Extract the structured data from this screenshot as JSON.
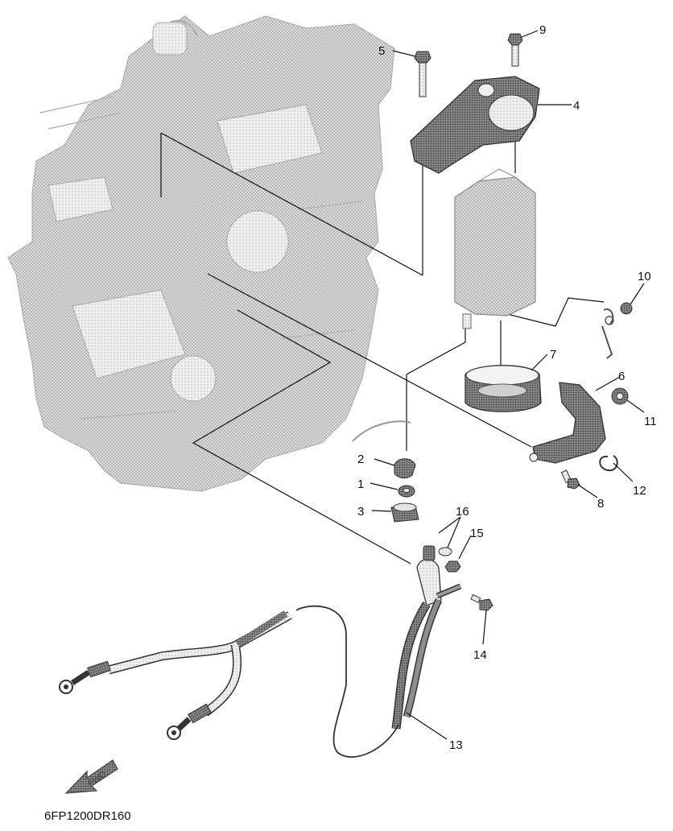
{
  "diagram": {
    "drawing_code": "6FP1200DR160",
    "forward_arrow_label": "FWD",
    "callouts": [
      "1",
      "2",
      "3",
      "4",
      "5",
      "6",
      "7",
      "8",
      "9",
      "10",
      "11",
      "12",
      "13",
      "14",
      "15",
      "16"
    ]
  },
  "colors": {
    "engine_block": "#c4c4c4",
    "parts_dark": "#6e6e6e",
    "parts_mid": "#9a9a9a",
    "parts_light": "#d6d6d6",
    "lines": "#111111"
  }
}
